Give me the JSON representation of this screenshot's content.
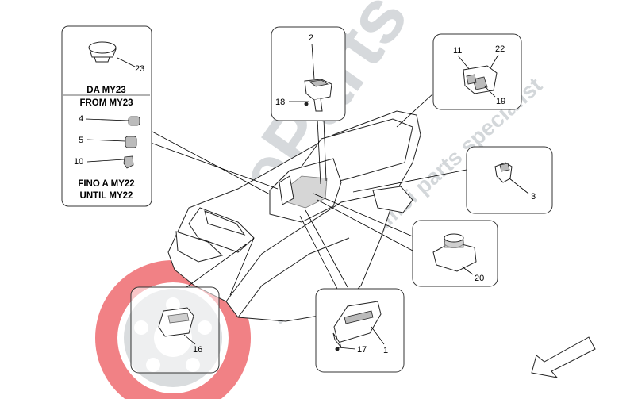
{
  "watermark": {
    "brand": "ineParts",
    "tagline": "Exclusive ricambi parts specialist"
  },
  "era_labels": {
    "from_it": "DA MY23",
    "from_en": "FROM MY23",
    "until_it": "FINO A MY22",
    "until_en": "UNTIL MY22"
  },
  "callouts": {
    "p1": "1",
    "p2": "2",
    "p3": "3",
    "p4": "4",
    "p5": "5",
    "p10": "10",
    "p11": "11",
    "p16": "16",
    "p17": "17",
    "p18": "18",
    "p19": "19",
    "p20": "20",
    "p22": "22",
    "p23": "23"
  },
  "colors": {
    "watermark_red": "#e53e44",
    "watermark_grey": "#cfd3d6",
    "line": "#000000"
  },
  "icons": [
    "direction-arrow-icon",
    "brand-disc-logo-icon"
  ]
}
